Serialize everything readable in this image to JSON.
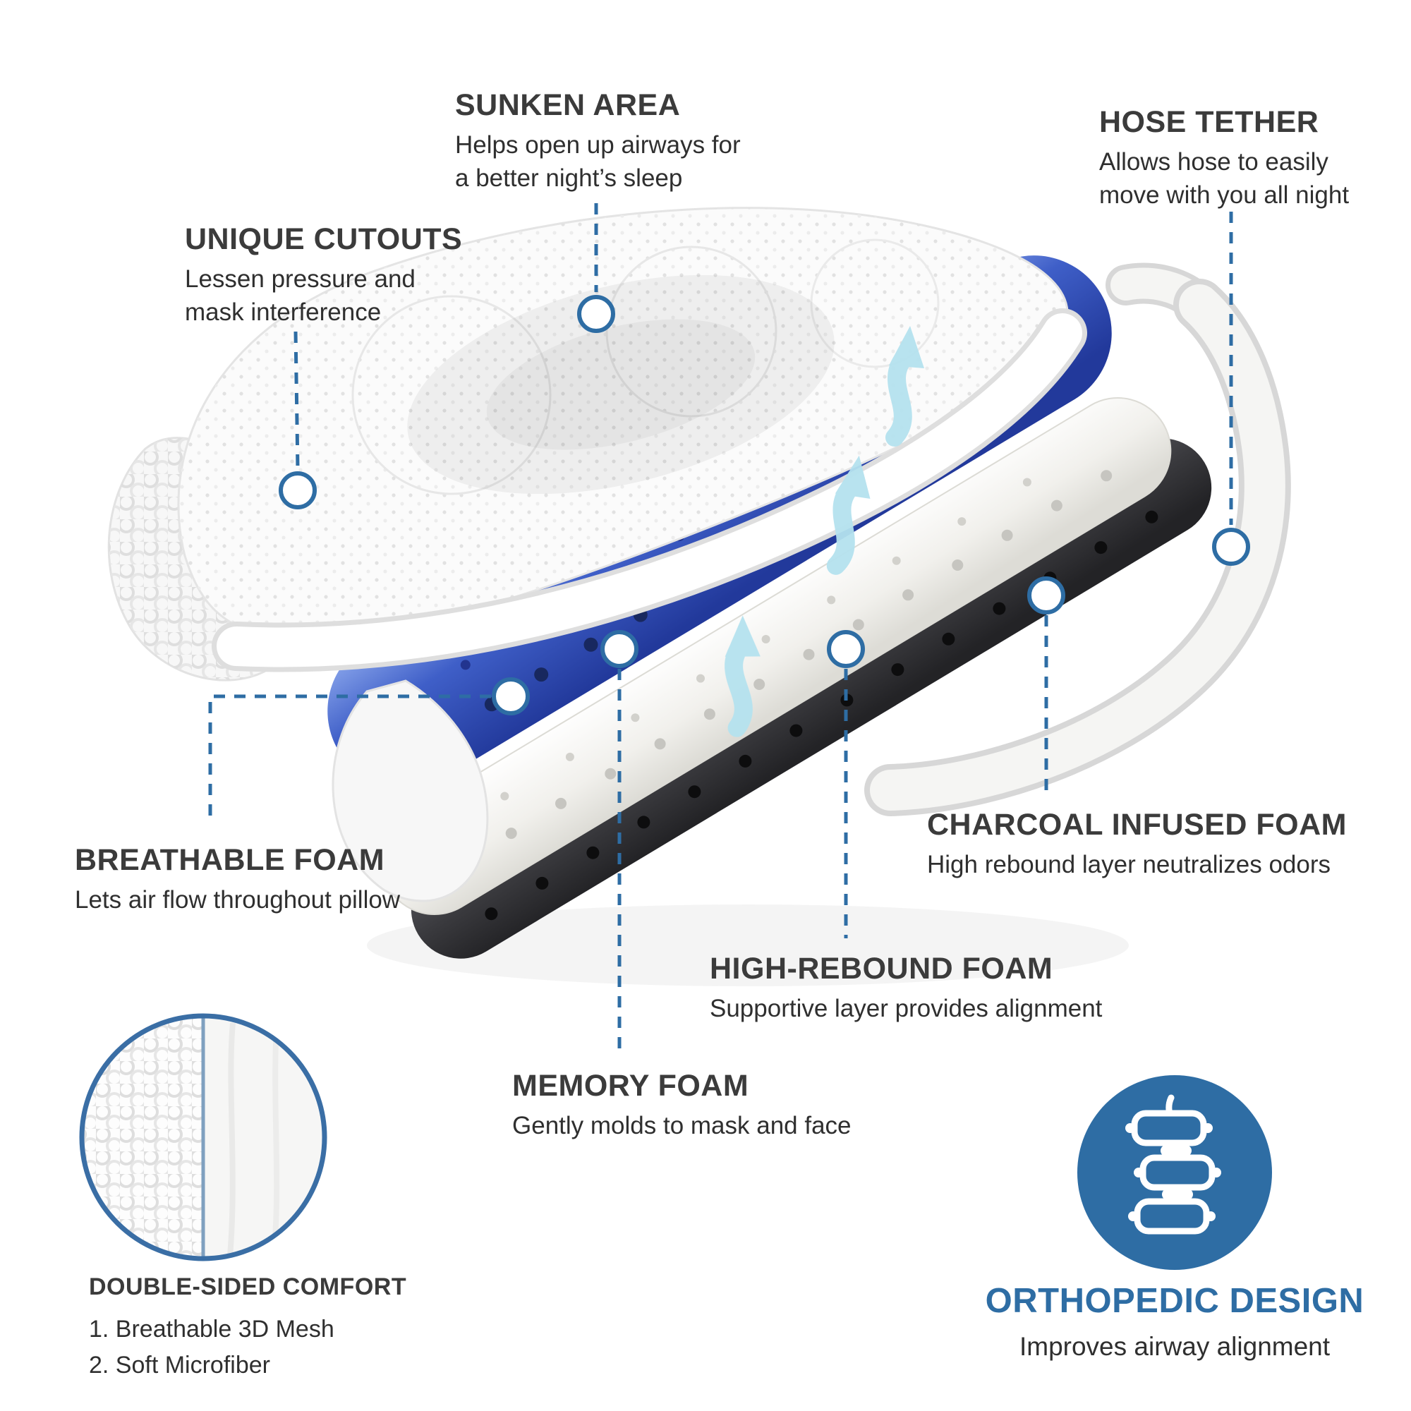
{
  "colors": {
    "accent": "#2e6da4",
    "title_text": "#3b3b3b",
    "body_text": "#2f2f2f",
    "memory_foam_blue": "#3a55bc",
    "charcoal_foam": "#3a3a3e",
    "airflow_arrow": "#b5e2ef"
  },
  "callouts": {
    "sunken": {
      "title": "SUNKEN AREA",
      "lines": [
        "Helps open up airways for",
        "a better night’s sleep"
      ]
    },
    "hose": {
      "title": "HOSE TETHER",
      "lines": [
        "Allows hose to easily",
        "move with you all night"
      ]
    },
    "cutouts": {
      "title": "UNIQUE CUTOUTS",
      "lines": [
        "Lessen pressure and",
        "mask interference"
      ]
    },
    "breathable": {
      "title": "BREATHABLE FOAM",
      "lines": [
        "Lets air flow throughout pillow"
      ]
    },
    "charcoal": {
      "title": "CHARCOAL INFUSED FOAM",
      "lines": [
        "High rebound layer neutralizes odors"
      ]
    },
    "rebound": {
      "title": "HIGH-REBOUND FOAM",
      "lines": [
        "Supportive layer provides alignment"
      ]
    },
    "memory": {
      "title": "MEMORY FOAM",
      "lines": [
        "Gently molds to mask and face"
      ]
    },
    "double": {
      "title": "DOUBLE-SIDED COMFORT",
      "lines": [
        "1. Breathable 3D Mesh",
        "2. Soft Microfiber"
      ]
    },
    "orthopedic": {
      "title": "ORTHOPEDIC DESIGN",
      "lines": [
        "Improves airway alignment"
      ]
    }
  },
  "icons": {
    "spine": "spine-icon",
    "fabric_inset": "fabric-zoom-circle",
    "airflow": "airflow-arrow-icon",
    "marker": "callout-point-marker"
  }
}
